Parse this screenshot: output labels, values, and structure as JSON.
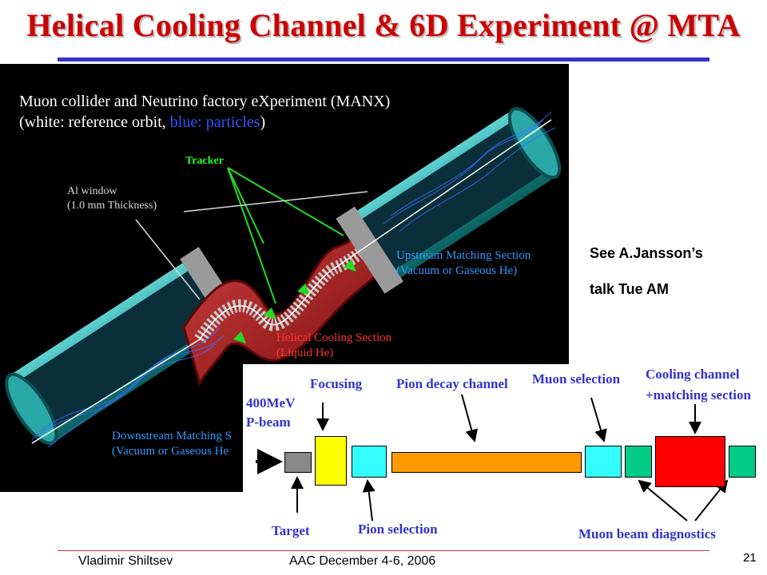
{
  "slide": {
    "title": "Helical Cooling Channel & 6D Experiment @ MTA",
    "page_number": "21",
    "footer_left": "Vladimir Shiltsev",
    "footer_center": "AAC December 4-6, 2006"
  },
  "simulation": {
    "caption_line1": "Muon collider and Neutrino factory eXperiment (MANX)",
    "caption_line2_a": "(white: reference orbit, ",
    "caption_line2_b": "blue: particles",
    "caption_line2_c": ")",
    "tracker_label": "Tracker",
    "window_label_1": "Al window",
    "window_label_2": "(1.0 mm Thickness)",
    "upstream_label_1": "Upstream Matching Section",
    "upstream_label_2": "(Vacuum or Gaseous He)",
    "helical_label_1": "Helical Cooling Section",
    "helical_label_2": "(Liquid He)",
    "downstream_label_1": "Downstream Matching S",
    "downstream_label_2": "(Vacuum or Gaseous He"
  },
  "side_note": {
    "line1": "See A.Jansson’s",
    "line2": "talk Tue AM"
  },
  "beamline": {
    "p_beam_1": "400MeV",
    "p_beam_2": "P-beam",
    "focusing": "Focusing",
    "pion_decay": "Pion decay channel",
    "muon_selection": "Muon selection",
    "cooling_1": "Cooling channel",
    "cooling_2": "+matching section",
    "target": "Target",
    "pion_selection": "Pion selection",
    "muon_diagnostics": "Muon beam diagnostics"
  },
  "colors": {
    "title": "#cc0000",
    "rule": "#3333cc",
    "label_blue": "#3333cc",
    "cryo_teal": "#1a8c8c",
    "helical_red": "#a01818",
    "tracker_green": "#22dd22",
    "focusing_yellow": "#ffff00",
    "pion_cyan": "#33ffff",
    "decay_orange": "#ff9900",
    "diag_green": "#00cc88",
    "cooling_red": "#ff0000"
  }
}
